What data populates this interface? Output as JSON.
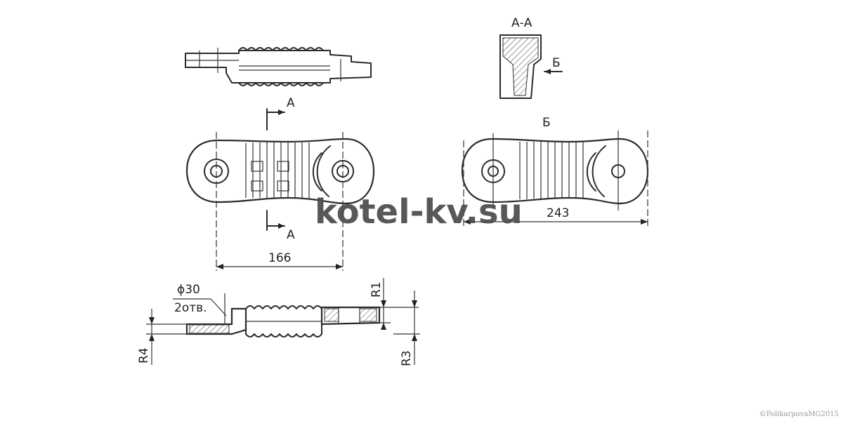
{
  "watermark": "kotel-kv.su",
  "copyright": "©PolikarpovaMG2015",
  "section_labels": {
    "section_title": "А-А",
    "section_mark_top": "А",
    "section_mark_bottom": "А",
    "view_arrow": "Б",
    "view_title": "Б"
  },
  "dimensions": {
    "length_plan": "166",
    "length_view": "243",
    "diameter": "ϕ30",
    "hole_note": "2отв.",
    "r1": "R1",
    "r3": "R3",
    "r4": "R4"
  }
}
